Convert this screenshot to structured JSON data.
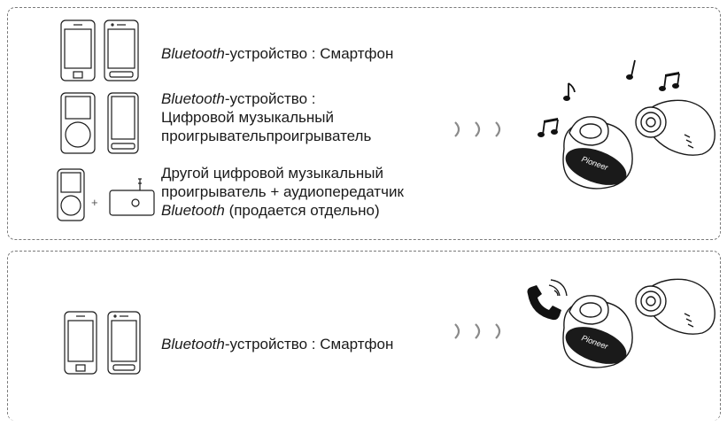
{
  "sections": [
    {
      "rows": [
        {
          "brand": "Bluetooth",
          "rest": "-устройство : Смартфон"
        },
        {
          "brand": "Bluetooth",
          "rest": "-устройство :",
          "line2": "Цифровой музыкальный",
          "line3": "проигрывательпроигрыватель"
        },
        {
          "line1": "Другой цифровой музыкальный",
          "line2": "проигрыватель + аудиопередатчик",
          "brand": "Bluetooth",
          "rest": " (продается отдельно)"
        }
      ],
      "plus": "+",
      "earbud_brand": "Pioneer",
      "icons": [
        "smartphone-icon",
        "smartphone-icon",
        "music-player-icon",
        "music-player-icon",
        "music-player-icon",
        "bluetooth-transmitter-icon",
        "signal-arrows-icon",
        "music-note-icon",
        "earbuds-icon"
      ]
    },
    {
      "rows": [
        {
          "brand": "Bluetooth",
          "rest": "-устройство : Смартфон"
        }
      ],
      "earbud_brand": "Pioneer",
      "icons": [
        "smartphone-icon",
        "smartphone-icon",
        "signal-arrows-icon",
        "phone-call-icon",
        "earbuds-icon"
      ]
    }
  ]
}
